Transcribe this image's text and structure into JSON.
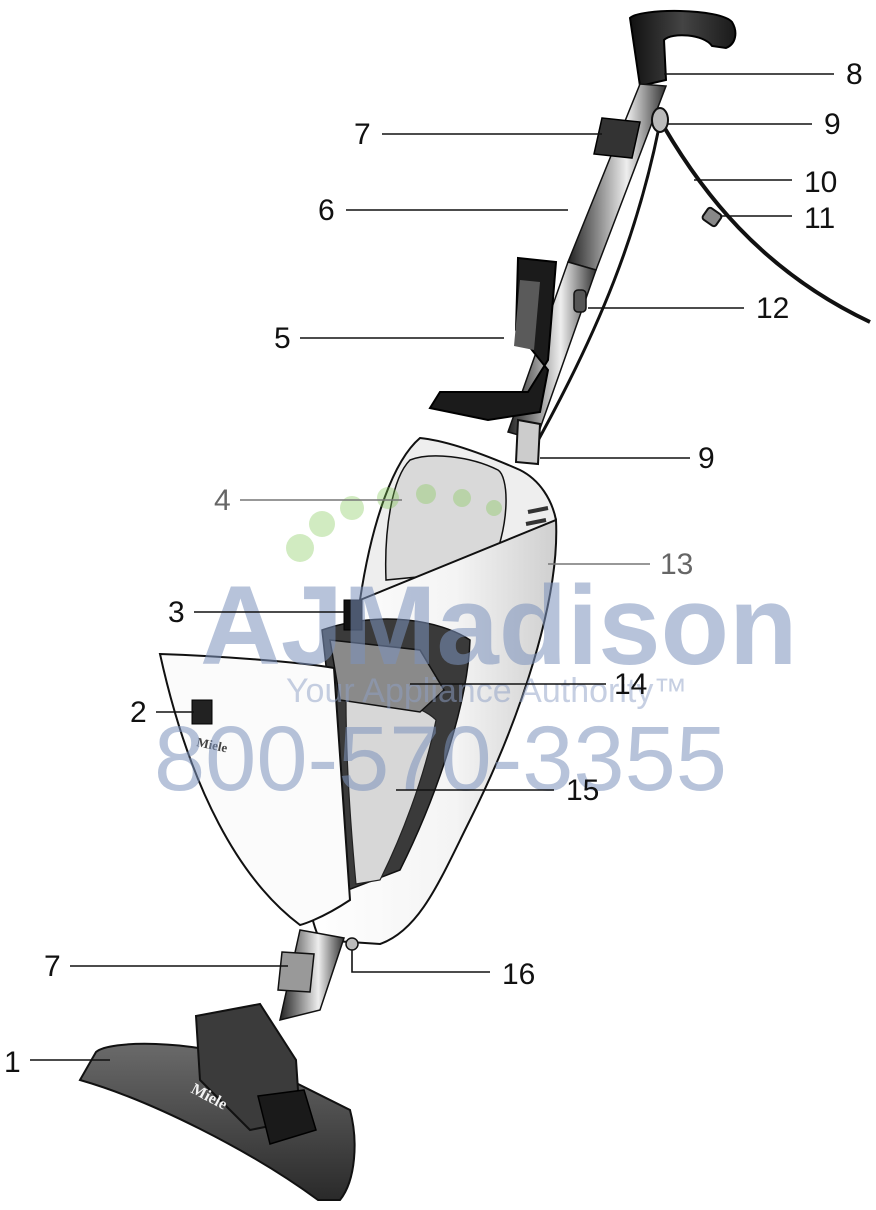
{
  "diagram": {
    "callouts": [
      "1",
      "2",
      "3",
      "4",
      "5",
      "6",
      "7",
      "8",
      "9",
      "10",
      "11",
      "12",
      "13",
      "14",
      "15",
      "16"
    ],
    "brand_on_nozzle": "Miele",
    "brand_on_body": "Miele"
  },
  "watermark": {
    "brand": "AJMadison",
    "tagline": "Your Appliance Authority™",
    "phone": "800-570-3355",
    "colors": {
      "blue": "#7d93bd",
      "green": "#6fbf3a"
    }
  }
}
